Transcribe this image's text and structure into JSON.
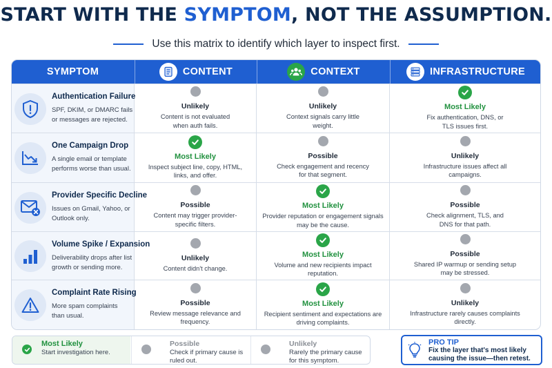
{
  "title": {
    "part1": "START WITH THE ",
    "accent": "SYMPTOM",
    "part2": ", NOT THE ASSUMPTION."
  },
  "subtitle": "Use this matrix to identify which layer to inspect first.",
  "headers": {
    "symptom": "SYMPTOM",
    "content": "CONTENT",
    "context": "CONTEXT",
    "infrastructure": "INFRASTRUCTURE"
  },
  "colors": {
    "brand": "#1f5fd1",
    "navy": "#0f2a4d",
    "most_likely": "#2aa548",
    "dot": "#a3a7ae"
  },
  "rows": [
    {
      "title": "Authentication Failure",
      "desc": "SPF, DKIM, or DMARC fails or messages are rejected.",
      "icon": "shield-alert-icon",
      "cells": [
        {
          "rating": "Unlikely",
          "desc": "Content is not evaluated when auth fails."
        },
        {
          "rating": "Unlikely",
          "desc": "Context signals carry little weight."
        },
        {
          "rating": "Most Likely",
          "desc": "Fix authentication, DNS, or TLS issues first."
        }
      ]
    },
    {
      "title": "One Campaign Drop",
      "desc": "A single email or template performs worse than usual.",
      "icon": "trend-down-icon",
      "cells": [
        {
          "rating": "Most Likely",
          "desc": "Inspect subject line, copy, HTML, links, and offer."
        },
        {
          "rating": "Possible",
          "desc": "Check engagement and recency for that segment."
        },
        {
          "rating": "Unlikely",
          "desc": "Infrastructure issues affect all campaigns."
        }
      ]
    },
    {
      "title": "Provider Specific Decline",
      "desc": "Issues on Gmail, Yahoo, or Outlook only.",
      "icon": "mail-x-icon",
      "cells": [
        {
          "rating": "Possible",
          "desc": "Content may trigger provider-specific filters."
        },
        {
          "rating": "Most Likely",
          "desc": "Provider reputation or engagement signals may be the cause."
        },
        {
          "rating": "Possible",
          "desc": "Check alignment, TLS, and DNS for that path."
        }
      ]
    },
    {
      "title": "Volume Spike / Expansion",
      "desc": "Deliverability drops after list growth or sending more.",
      "icon": "bar-chart-icon",
      "cells": [
        {
          "rating": "Unlikely",
          "desc": "Content didn't change."
        },
        {
          "rating": "Most Likely",
          "desc": "Volume and new recipients impact reputation."
        },
        {
          "rating": "Possible",
          "desc": "Shared IP warmup or sending setup may be stressed."
        }
      ]
    },
    {
      "title": "Complaint Rate Rising",
      "desc": "More spam complaints than usual.",
      "icon": "warning-triangle-icon",
      "cells": [
        {
          "rating": "Possible",
          "desc": "Review message relevance and frequency."
        },
        {
          "rating": "Most Likely",
          "desc": "Recipient sentiment and expectations are driving complaints."
        },
        {
          "rating": "Unlikely",
          "desc": "Infrastructure rarely causes complaints directly."
        }
      ]
    }
  ],
  "legend": [
    {
      "title": "Most Likely",
      "desc": "Start investigation here."
    },
    {
      "title": "Possible",
      "desc": "Check if primary cause is ruled out."
    },
    {
      "title": "Unlikely",
      "desc": "Rarely the primary cause for this symptom."
    }
  ],
  "pro_tip": {
    "title": "PRO TIP",
    "desc": "Fix the layer that's most likely causing the issue—then retest."
  }
}
